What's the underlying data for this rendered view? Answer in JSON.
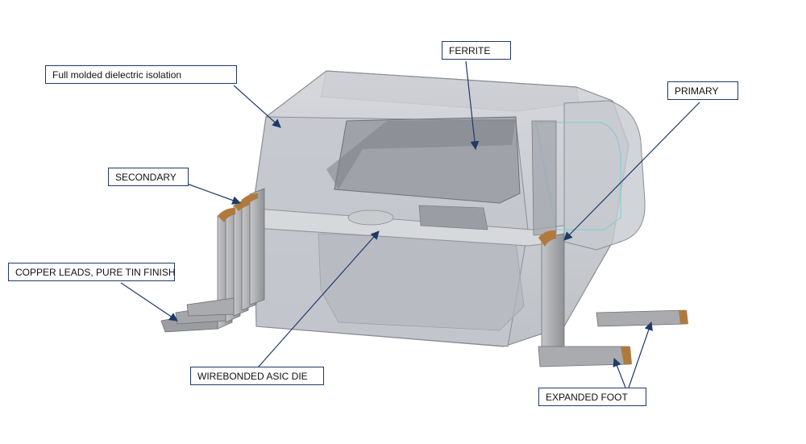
{
  "callouts": {
    "isolation": "Full  molded dielectric isolation",
    "ferrite": "FERRITE",
    "primary": "PRIMARY",
    "secondary": "SECONDARY",
    "leads": "COPPER LEADS, PURE TIN FINISH",
    "asic": "WIREBONDED ASIC DIE",
    "foot": "EXPANDED FOOT"
  },
  "colors": {
    "callout_border": "#1f3a68",
    "arrow": "#1f3a68",
    "body_gray": "#b9bcc3",
    "lead_gray": "#a9abae",
    "copper": "#b07a3e"
  }
}
